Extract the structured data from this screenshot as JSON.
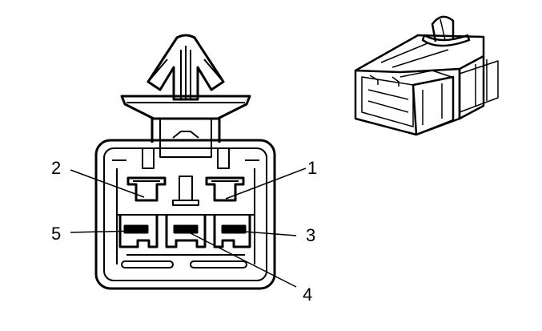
{
  "pin_labels": {
    "pin1": "1",
    "pin2": "2",
    "pin3": "3",
    "pin4": "4",
    "pin5": "5"
  }
}
